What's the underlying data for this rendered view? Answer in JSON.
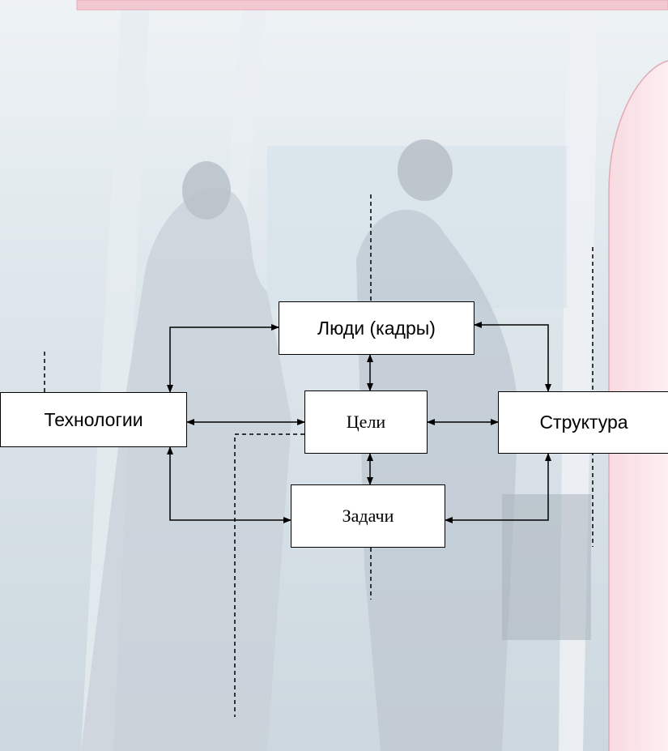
{
  "diagram": {
    "nodes": {
      "people": "Люди (кадры)",
      "technologies": "Технологии",
      "goals": "Цели",
      "structure": "Структура",
      "tasks": "Задачи"
    },
    "edges": [
      {
        "from": "people",
        "to": "technologies",
        "style": "solid",
        "arrows": "both"
      },
      {
        "from": "people",
        "to": "structure",
        "style": "solid",
        "arrows": "both"
      },
      {
        "from": "people",
        "to": "goals",
        "style": "solid",
        "arrows": "both"
      },
      {
        "from": "technologies",
        "to": "goals",
        "style": "solid",
        "arrows": "both"
      },
      {
        "from": "goals",
        "to": "structure",
        "style": "solid",
        "arrows": "both"
      },
      {
        "from": "goals",
        "to": "tasks",
        "style": "solid",
        "arrows": "both"
      },
      {
        "from": "technologies",
        "to": "tasks",
        "style": "solid",
        "arrows": "both"
      },
      {
        "from": "structure",
        "to": "tasks",
        "style": "solid",
        "arrows": "both"
      }
    ]
  },
  "colors": {
    "top_band": "#f3c9d1",
    "right_panel": "#fbe4e8",
    "box_fill": "#ffffff",
    "line": "#000000"
  }
}
